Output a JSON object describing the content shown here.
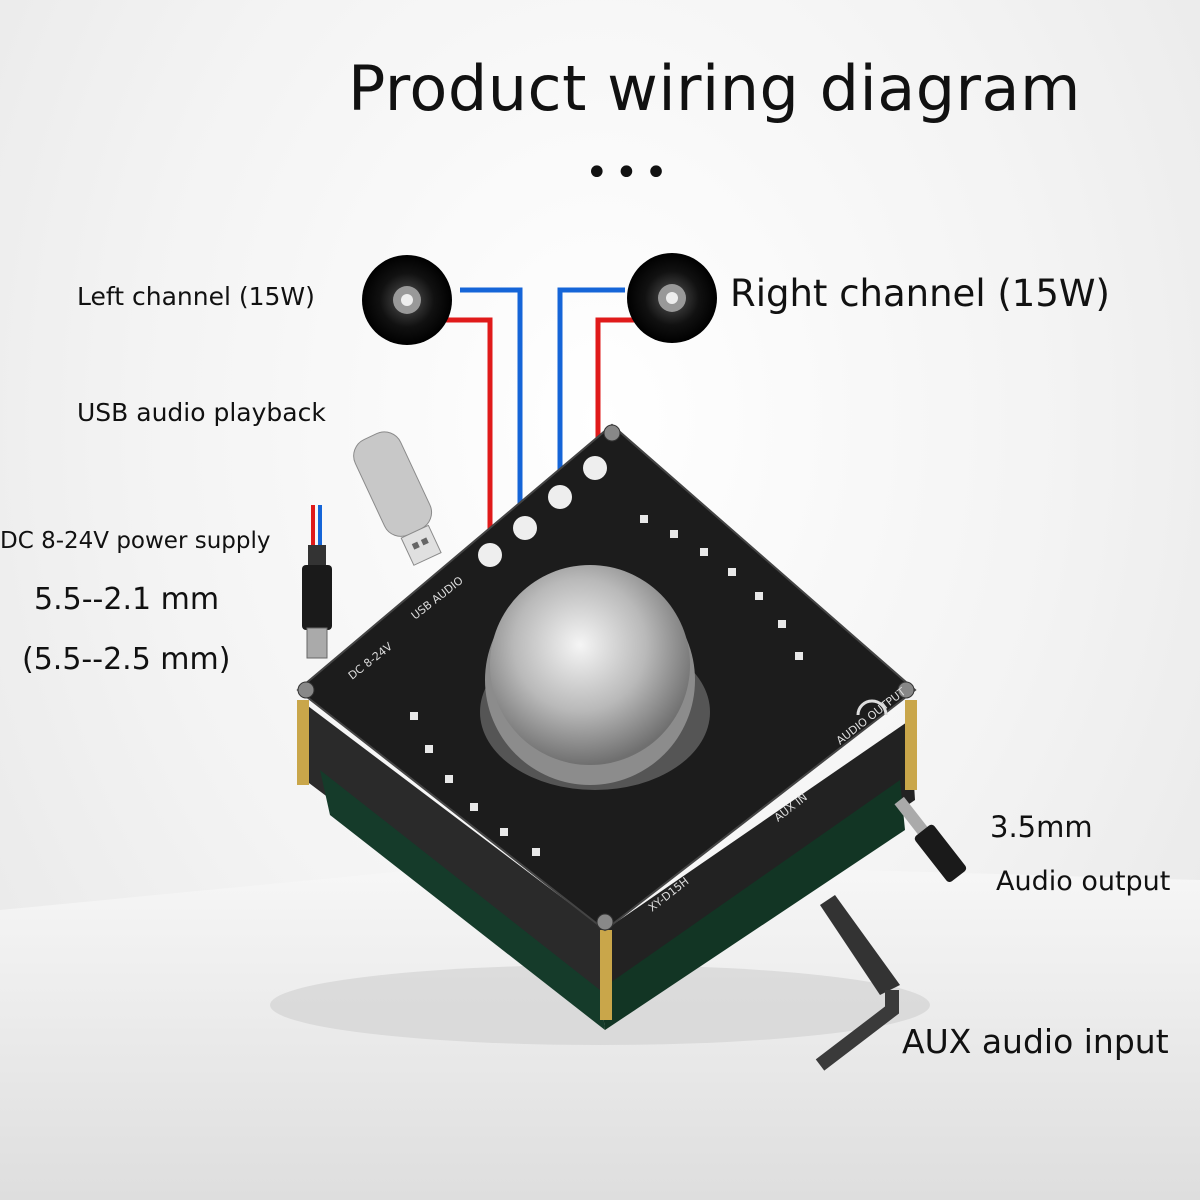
{
  "title": "Product wiring diagram",
  "dots": "•••",
  "labels": {
    "left_channel": "Left channel (15W)",
    "right_channel": "Right channel (15W)",
    "usb": "USB audio playback",
    "dc_power": "DC 8-24V power supply",
    "jack_size_1": "5.5--2.1 mm",
    "jack_size_2": "(5.5--2.5 mm)",
    "audio_out_size": "3.5mm",
    "audio_out": "Audio output",
    "aux_in": "AUX audio input"
  },
  "board": {
    "dc_label": "DC 8-24V",
    "usb_label": "USB AUDIO",
    "audio_output_label": "AUDIO OUTPUT",
    "aux_in_label": "AUX IN",
    "model": "XY-D15H"
  },
  "colors": {
    "wire_red": "#e01a1a",
    "wire_blue": "#1565d8",
    "pcb": "#1c1c1c"
  },
  "icons": [
    "speaker-icon",
    "usb-stick-icon",
    "dc-plug-icon",
    "audio-jack-icon",
    "volume-knob-icon",
    "headphone-icon"
  ]
}
